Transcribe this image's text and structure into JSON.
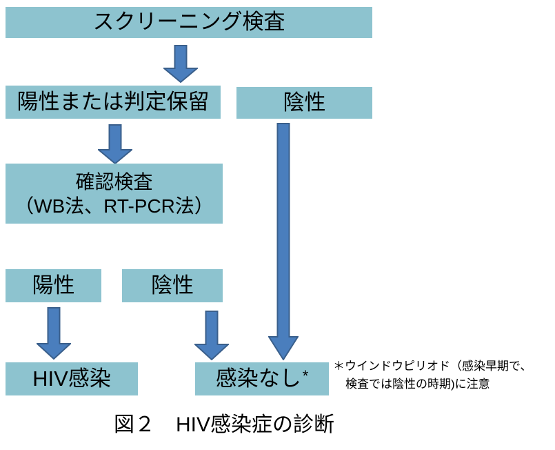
{
  "colors": {
    "background": "#FFFFFF",
    "box_fill": "#8DC3CF",
    "arrow_fill": "#4A7EBD",
    "arrow_outline": "#3A5F8B",
    "text": "#000000"
  },
  "flowchart": {
    "screening": {
      "label": "スクリーニング検査"
    },
    "screening_positive": {
      "label": "陽性または判定保留"
    },
    "screening_negative": {
      "label": "陰性"
    },
    "confirmation": {
      "line1": "確認検査",
      "line2": "（WB法、RT-PCR法）"
    },
    "confirmation_positive": {
      "label": "陽性"
    },
    "confirmation_negative": {
      "label": "陰性"
    },
    "result_infected": {
      "label": "HIV感染"
    },
    "result_not_infected": {
      "label": "感染なし",
      "footnote_marker": "*"
    },
    "arrows": [
      {
        "name": "screening-to-positive-or-pending"
      },
      {
        "name": "positive-or-pending-to-confirmation"
      },
      {
        "name": "screening-negative-to-no-infection"
      },
      {
        "name": "confirmation-positive-to-hiv-infection"
      },
      {
        "name": "confirmation-negative-to-no-infection"
      }
    ]
  },
  "footnote": {
    "line1": "＊ウインドウピリオド（感染早期で、",
    "line2": "検査では陰性の時期)に注意"
  },
  "caption": "図２　HIV感染症の診断"
}
